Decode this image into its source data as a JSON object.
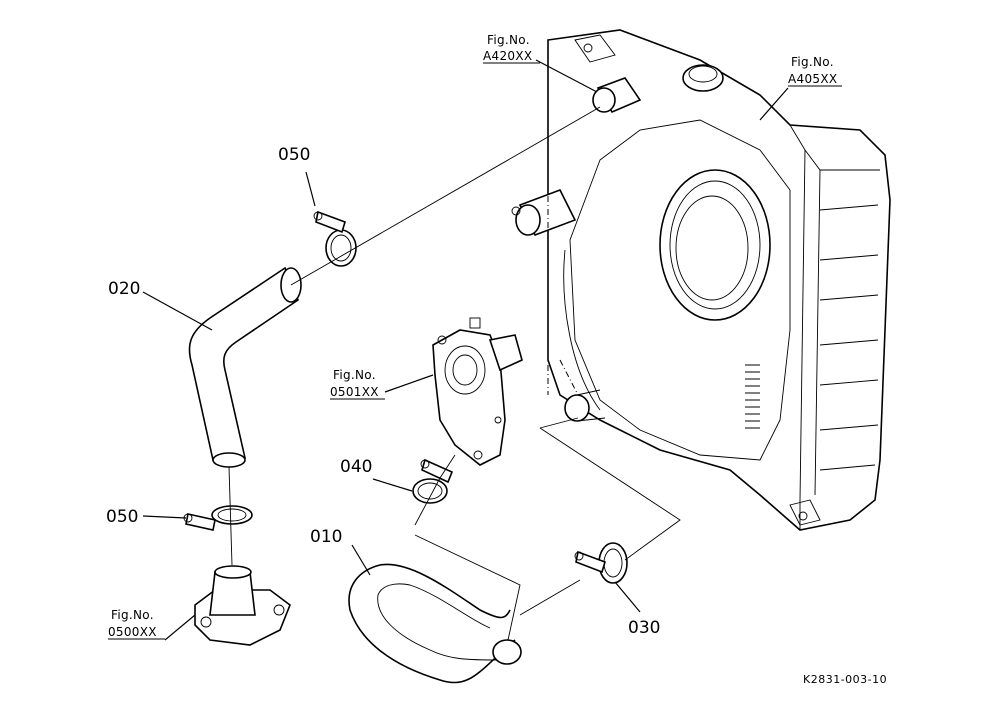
{
  "labels": {
    "p010": "010",
    "p020": "020",
    "p030": "030",
    "p040": "040",
    "p050_top": "050",
    "p050_bottom": "050",
    "fig_word": "Fig.No.",
    "fig_a420": "A420XX",
    "fig_a405": "A405XX",
    "fig_0501": "0501XX",
    "fig_0500": "0500XX",
    "drawing_code": "K2831-003-10"
  }
}
